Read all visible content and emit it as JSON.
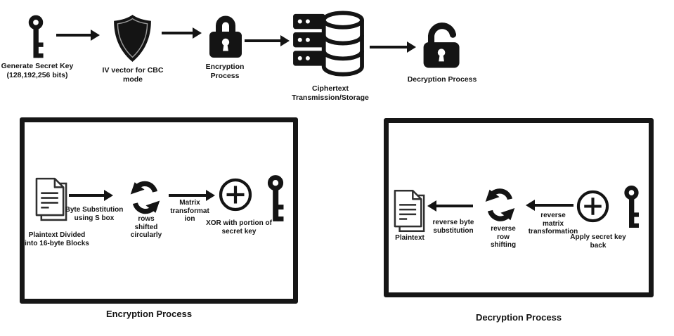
{
  "colors": {
    "ink": "#141414",
    "background": "#ffffff",
    "document_stroke": "#2f2f2f",
    "shield_inner_outline": "#9a9a9a"
  },
  "icons": [
    "key-icon",
    "shield-icon",
    "padlock-icon",
    "server-database-icon",
    "open-padlock-icon",
    "document-icon",
    "circular-arrows-icon",
    "xor-icon"
  ],
  "top_flow": {
    "nodes": [
      {
        "icon": "key-icon",
        "label": "Generate Secret Key\n(128,192,256 bits)"
      },
      {
        "icon": "shield-icon",
        "label": "IV vector for CBC\nmode"
      },
      {
        "icon": "padlock-icon",
        "label": "Encryption\nProcess"
      },
      {
        "icon": "server-database-icon",
        "label": "Ciphertext\nTransmission/Storage"
      },
      {
        "icon": "open-padlock-icon",
        "label": "Decryption Process"
      }
    ]
  },
  "encryption_box": {
    "caption": "Encryption Process",
    "plaintext_label": "Plaintext Divided\ninto 16-byte Blocks",
    "arrow1_label": "Byte Substitution\nusing S box",
    "shift_label": "rows\nshifted\ncircularly",
    "arrow2_label": "Matrix\ntransformat\nion",
    "xor_label": "XOR with portion of\nsecret key"
  },
  "decryption_box": {
    "caption": "Decryption Process",
    "plaintext_label": "Plaintext",
    "arrow1_label": "reverse byte\nsubstitution",
    "shift_label": "reverse\nrow\nshifting",
    "arrow2_label": "reverse\nmatrix\ntransformation",
    "xor_label": "Apply secret key\nback"
  }
}
